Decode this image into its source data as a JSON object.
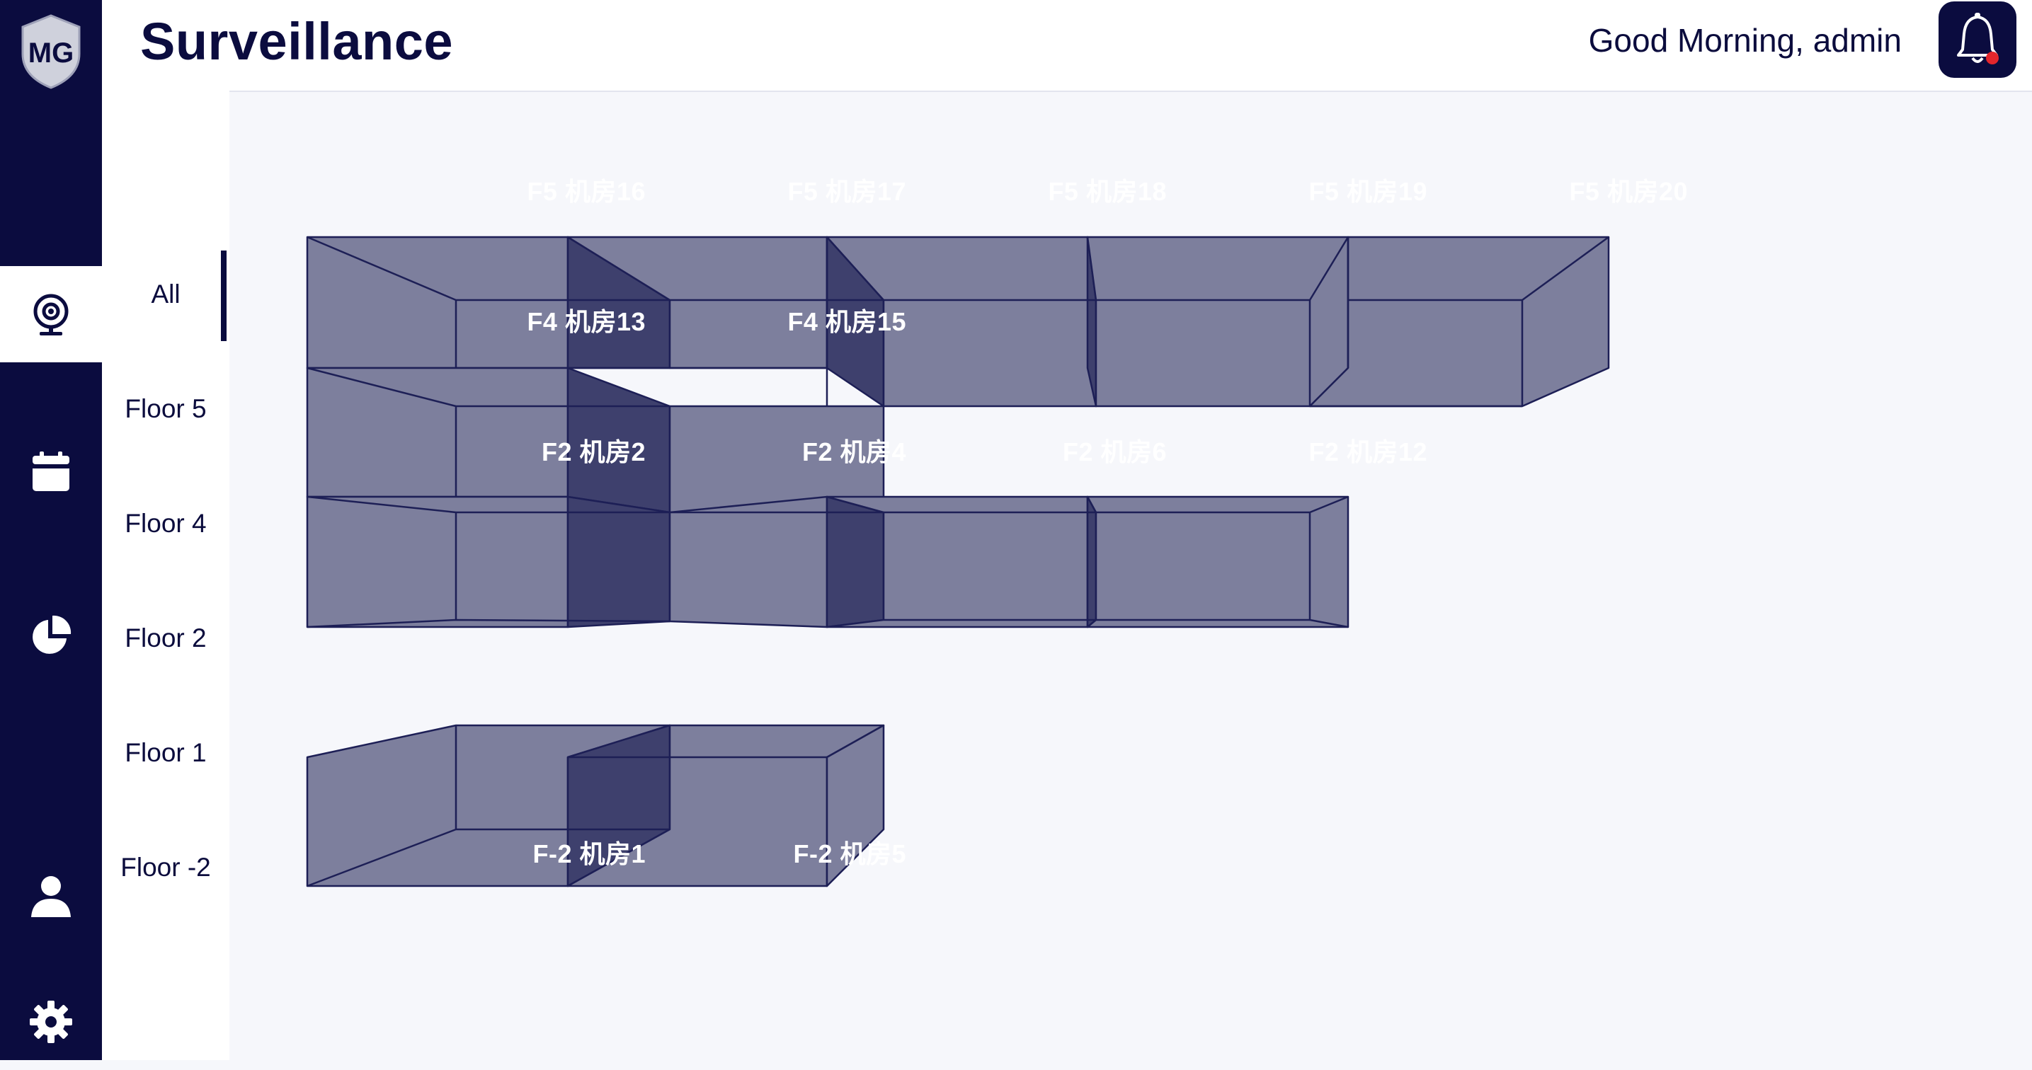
{
  "header": {
    "title": "Surveillance",
    "greeting": "Good Morning, admin"
  },
  "sidebar": {
    "logo_text": "MG",
    "items": [
      {
        "icon": "camera-icon",
        "active": true
      },
      {
        "icon": "calendar-icon",
        "active": false
      },
      {
        "icon": "pie-chart-icon",
        "active": false
      },
      {
        "icon": "user-icon",
        "active": false
      },
      {
        "icon": "gear-icon",
        "active": false
      }
    ]
  },
  "floors": [
    {
      "label": "All",
      "active": true
    },
    {
      "label": "Floor 5",
      "active": false
    },
    {
      "label": "Floor 4",
      "active": false
    },
    {
      "label": "Floor 2",
      "active": false
    },
    {
      "label": "Floor 1",
      "active": false
    },
    {
      "label": "Floor -2",
      "active": false
    }
  ],
  "rooms": [
    "F5 机房16",
    "F5 机房17",
    "F5 机房18",
    "F5 机房19",
    "F5 机房20",
    "F4 机房13",
    "F4 机房15",
    "F2 机房2",
    "F2 机房4",
    "F2 机房6",
    "F2 机房12",
    "F-2 机房1",
    "F-2 机房5"
  ],
  "colors": {
    "rail": "#0b0c3f",
    "room_face": "#7d7f9d",
    "room_dark": "#3e406d",
    "room_stroke": "#1d1f56"
  }
}
